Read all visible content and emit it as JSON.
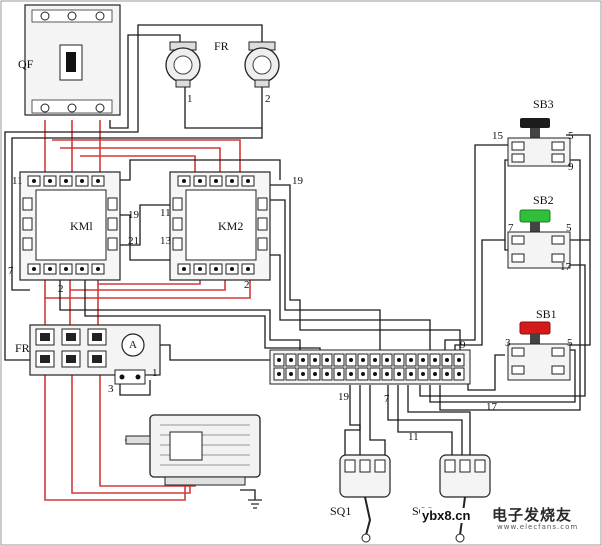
{
  "colors": {
    "wire_black": "#1a1a1a",
    "wire_red": "#d23a3a",
    "button_black": "#1c1c1c",
    "button_green": "#2fbf3a",
    "button_red": "#d51a1a",
    "device_fill": "#f2f2f2"
  },
  "labels": {
    "qf": "QF",
    "fr_top": "FR",
    "fr_top_1": "1",
    "fr_top_2": "2",
    "km1": "KMl",
    "km2": "KM2",
    "km1_11": "11",
    "km1_7": "7",
    "km1_19": "19",
    "km1_21": "21",
    "km1_2": "2",
    "km2_11": "11",
    "km2_13": "13",
    "km2_2": "2",
    "km2_19": "19",
    "fr_left": "FR",
    "ammeter": "A",
    "fr_left_1": "1",
    "fr_left_3": "3",
    "sb3": "SB3",
    "sb3_15": "15",
    "sb3_5": "5",
    "sb3_9": "9",
    "sb2": "SB2",
    "sb2_7": "7",
    "sb2_5": "5",
    "sb2_17": "17",
    "sb1": "SB1",
    "sb1_3": "3",
    "sb1_5": "5",
    "tb_9": "9",
    "w_19": "19",
    "w_7": "7",
    "w_11": "11",
    "w_17": "17",
    "sq1": "SQ1",
    "sq2": "SQ2"
  },
  "watermark": {
    "site": "ybx8.cn",
    "brand": "电子发烧友",
    "brand_sub": "www.elecfans.com"
  }
}
